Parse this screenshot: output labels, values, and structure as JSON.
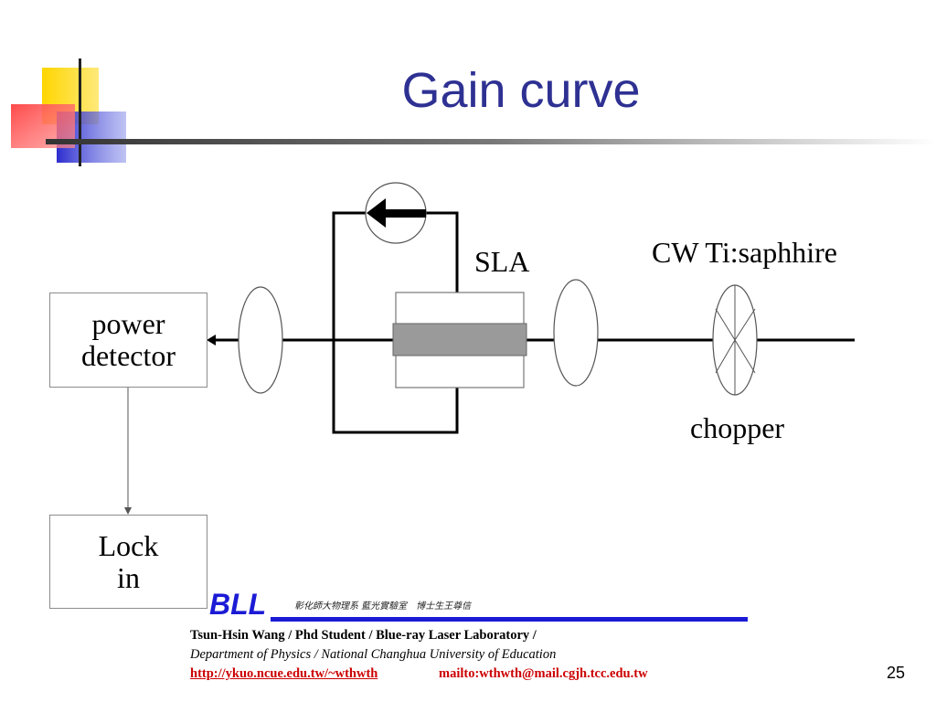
{
  "slide": {
    "title": "Gain curve",
    "page_number": "25"
  },
  "diagram": {
    "power_detector_line1": "power",
    "power_detector_line2": "detector",
    "lockin_line1": "Lock",
    "lockin_line2": "in",
    "sla_label": "SLA",
    "laser_label": "CW Ti:saphhire",
    "chopper_label": "chopper"
  },
  "footer": {
    "logo_text": "BLL",
    "chinese_text": "彰化師大物理系 藍光實驗室　博士生王尊信",
    "line1": "Tsun-Hsin Wang / Phd Student / Blue-ray Laser Laboratory /",
    "line2": "Department of Physics / National Changhua University of Education",
    "url": "http://ykuo.ncue.edu.tw/~wthwth",
    "mail": "mailto:wthwth@mail.cgjh.tcc.edu.tw"
  },
  "colors": {
    "title": "#2e3192",
    "accent_yellow": "#ffd600",
    "accent_red": "#ff3030",
    "accent_blue": "#3a3ad8",
    "link_red": "#cc0000"
  }
}
